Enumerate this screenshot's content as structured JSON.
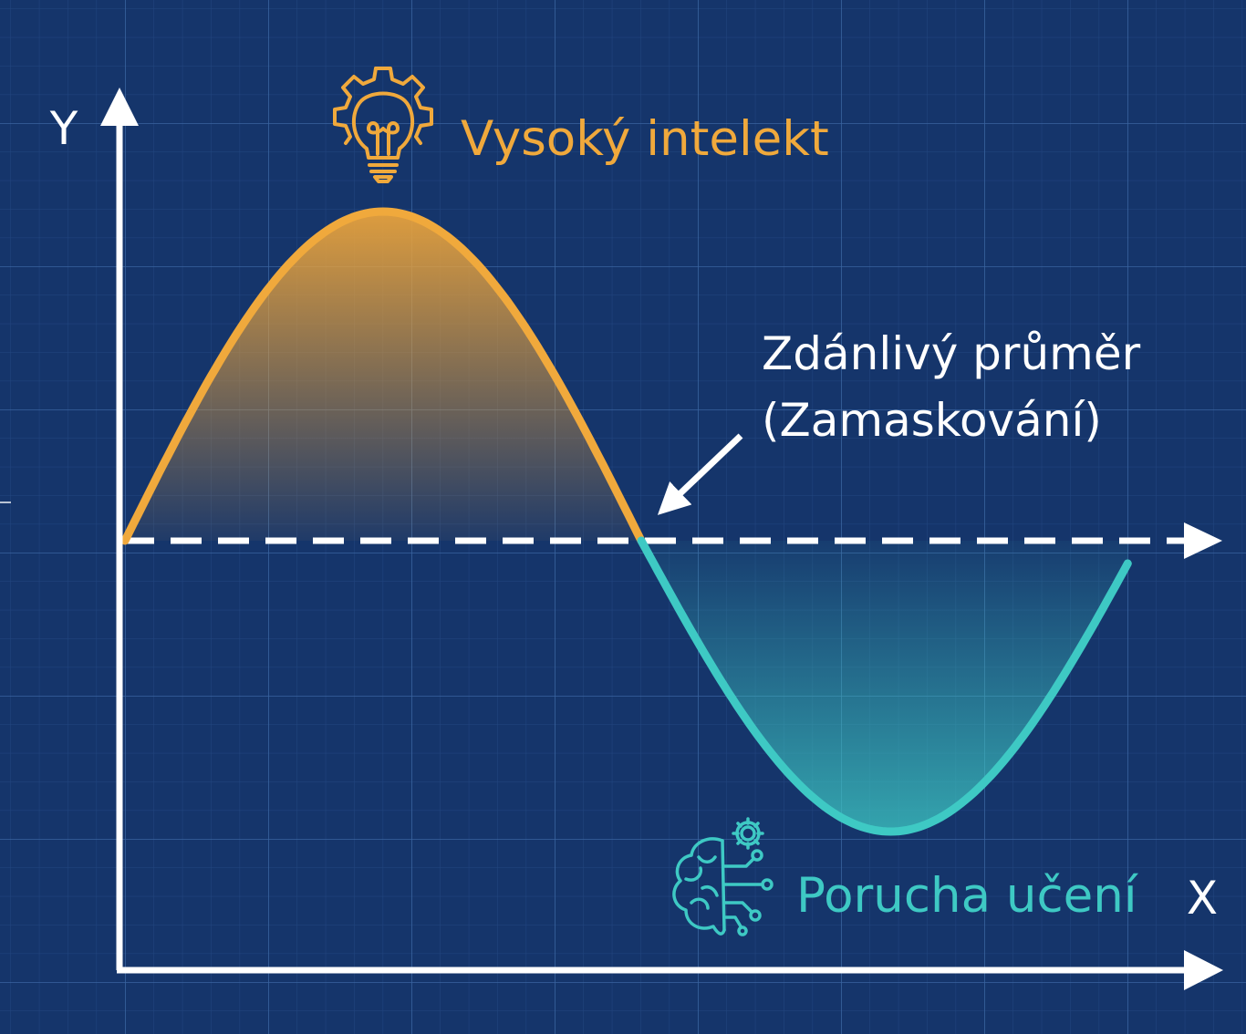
{
  "axes": {
    "y_label": "Y",
    "x_label": "X"
  },
  "labels": {
    "high": "Vysoký intelekt",
    "low": "Porucha učení",
    "mean_line1": "Zdánlivý průměr",
    "mean_line2": "(Zamaskování)"
  },
  "icons": {
    "high": "lightbulb-gear-icon",
    "low": "brain-circuit-gear-icon"
  },
  "colors": {
    "background": "#15356b",
    "grid": "#3d6aa8",
    "axis": "#ffffff",
    "high_curve": "#f0a93c",
    "low_curve": "#3ec9c4",
    "text_light": "#ffffff"
  }
}
